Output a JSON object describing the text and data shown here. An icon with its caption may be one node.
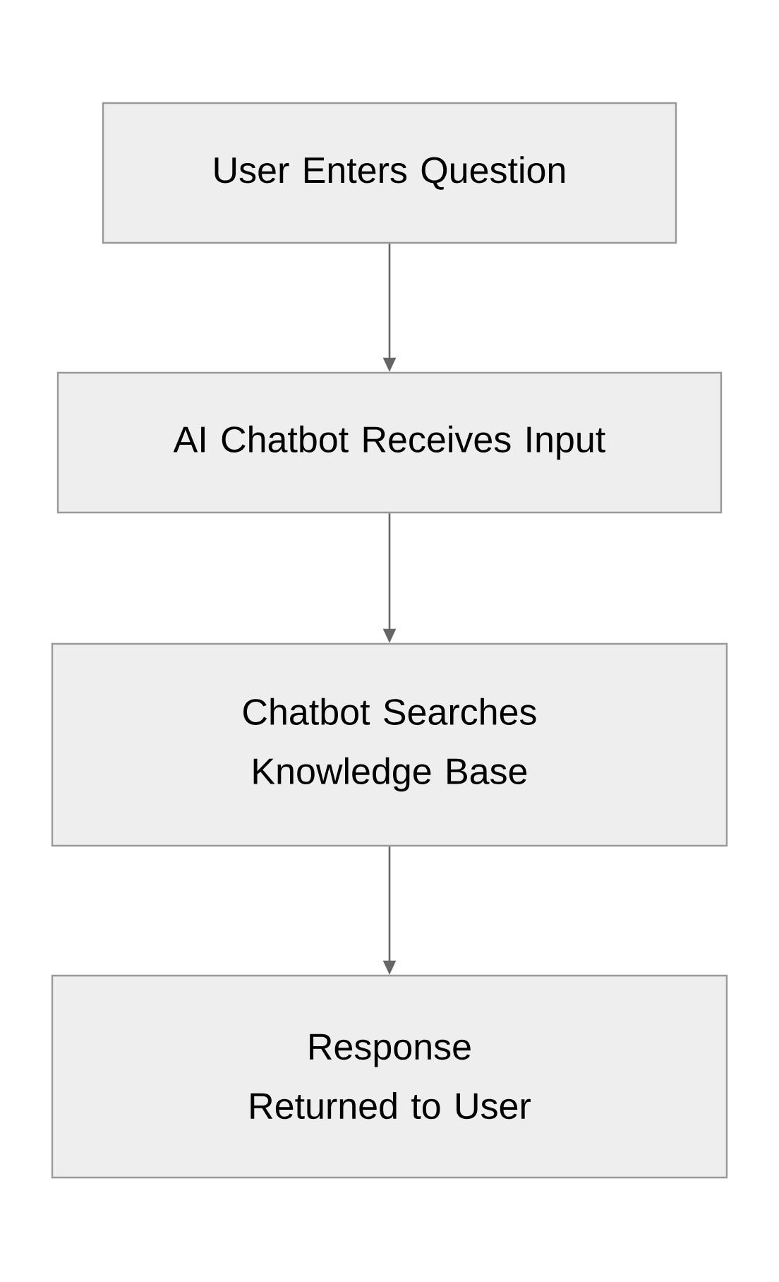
{
  "diagram": {
    "nodes": [
      {
        "text": [
          "User Enters Question"
        ]
      },
      {
        "text": [
          "AI Chatbot Receives Input"
        ]
      },
      {
        "text": [
          "Chatbot Searches Knowledge Base"
        ]
      },
      {
        "text": [
          "Response Returned to User"
        ]
      }
    ],
    "edges": [
      {
        "from": 0,
        "to": 1,
        "arrow": "to"
      },
      {
        "from": 1,
        "to": 2,
        "arrow": "to"
      },
      {
        "from": 2,
        "to": 3,
        "arrow": "to"
      }
    ]
  }
}
